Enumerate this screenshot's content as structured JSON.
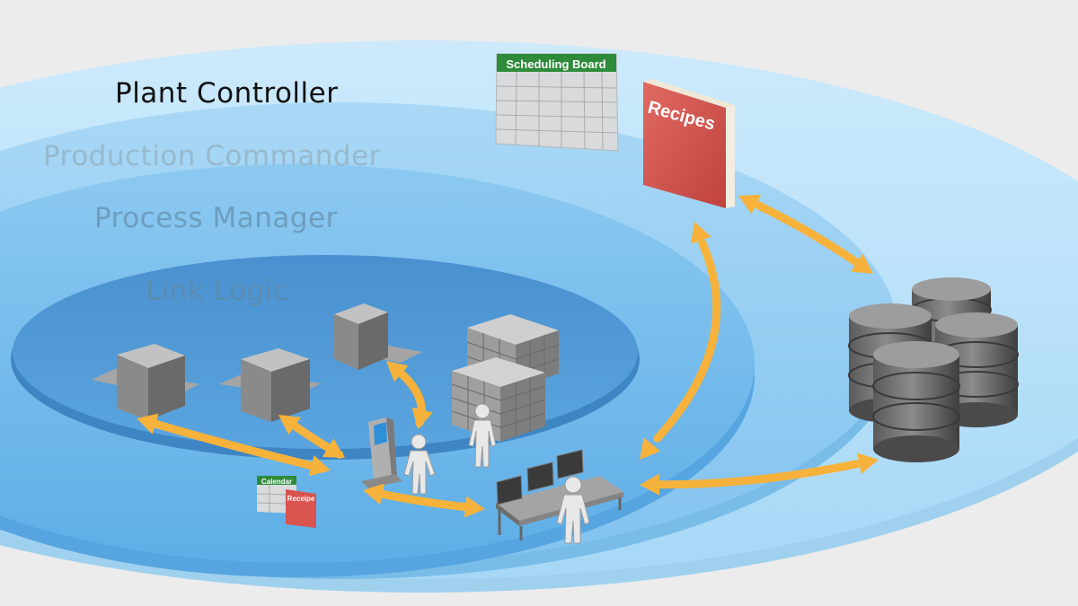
{
  "layers": {
    "plant_controller": "Plant Controller",
    "production_commander": "Production Commander",
    "process_manager": "Process Manager",
    "link_logic": "Link Logic"
  },
  "artifacts": {
    "scheduling_board": "Scheduling Board",
    "recipes": "Recipes",
    "calendar": "Calendar",
    "receipe": "Receipe"
  },
  "colors": {
    "accent_arrow": "#f7b23b",
    "ring_outer": "#b9e2fa",
    "ring_middle": "#8fcbf2",
    "ring_inner": "#6ab5e9",
    "core": "#4e97d3",
    "book_red": "#d9534f",
    "header_green": "#2e8b3a"
  },
  "icons": [
    "machine-icon",
    "storage-rack-icon",
    "kiosk-terminal-icon",
    "operator-figure-icon",
    "workstation-icon",
    "database-cylinder-icon",
    "scheduling-board-icon",
    "recipe-book-icon",
    "calendar-icon",
    "bidirectional-arrow-icon"
  ]
}
